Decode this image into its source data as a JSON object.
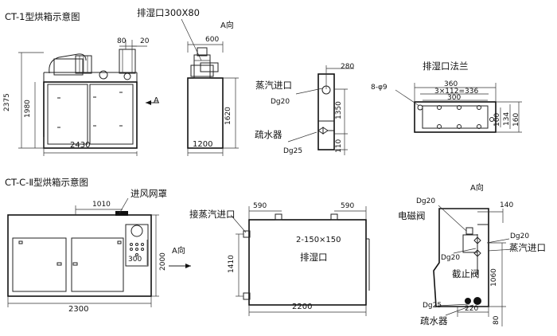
{
  "diagram_1": {
    "title": "CT-1型烘箱示意图",
    "dim_width": "2430",
    "dim_height_total": "2375",
    "dim_height_body": "1980",
    "dim_top_80": "80",
    "dim_top_20": "20",
    "view_arrow": "A",
    "exhaust_label": "排湿口300X80",
    "side_view_label": "A向",
    "side_width": "600",
    "side_height": "1620",
    "side_depth": "1200",
    "steam_inlet": "蒸汽进口",
    "steam_dg": "Dg20",
    "drain": "疏水器",
    "drain_dg": "Dg25",
    "dim_280": "280",
    "dim_1350": "1350",
    "dim_110": "110",
    "flange_title": "排湿口法兰",
    "flange_holes": "8-φ9",
    "flange_360": "360",
    "flange_pitch": "3×112=336",
    "flange_300": "300",
    "flange_100": "100",
    "flange_134": "134",
    "flange_160": "160"
  },
  "diagram_2": {
    "title": "CT-C-Ⅱ型烘箱示意图",
    "fan_cover": "进风网罩",
    "dim_1010": "1010",
    "dim_2000": "2000",
    "dim_300": "300",
    "dim_2300": "2300",
    "arrow_label": "A向",
    "steam_in": "接蒸汽进口",
    "dim_590_left": "590",
    "dim_590_right": "590",
    "vent_spec": "2-150×150",
    "exhaust": "排湿口",
    "dim_1410": "1410",
    "dim_2200": "2200",
    "side_title": "A向",
    "side_dg20_top": "Dg20",
    "solenoid": "电磁阀",
    "dim_140": "140",
    "side_dg20_right": "Dg20",
    "steam_inlet": "蒸汽进口",
    "side_dg20_mid": "Dg20",
    "stop_valve": "截止阀",
    "dim_1060": "1060",
    "dim_220": "220",
    "dim_80": "80",
    "drain_dg": "Dg25",
    "drain": "疏水器"
  }
}
